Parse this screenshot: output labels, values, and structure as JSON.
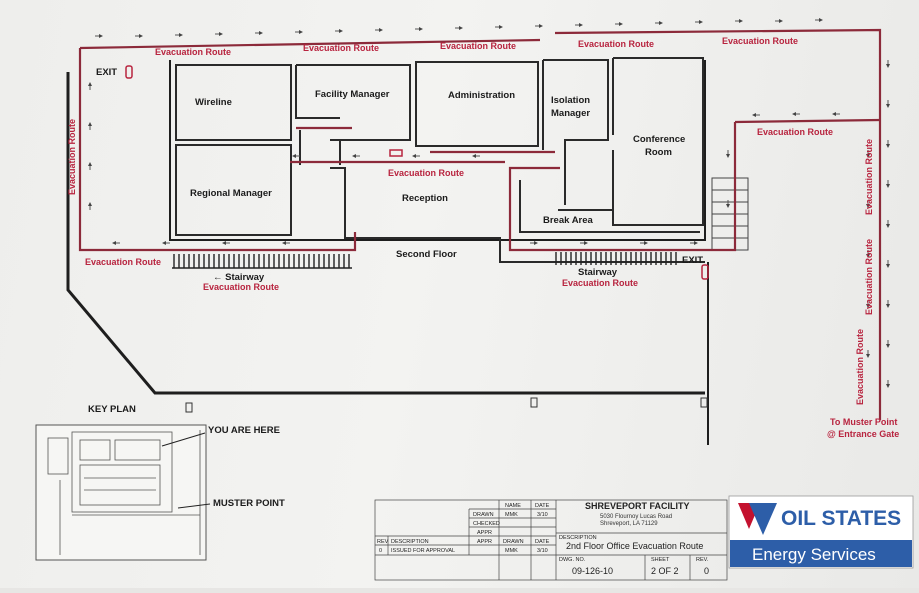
{
  "rooms": {
    "wireline": "Wireline",
    "facility_manager": "Facility Manager",
    "administration": "Administration",
    "isolation_line1": "Isolation",
    "isolation_line2": "Manager",
    "conference_line1": "Conference",
    "conference_line2": "Room",
    "regional_manager": "Regional Manager",
    "reception": "Reception",
    "break_area": "Break Area",
    "second_floor": "Second Floor"
  },
  "route_label": "Evacuation Route",
  "exit_label": "EXIT",
  "stairway_left": "← Stairway",
  "stairway_right": "Stairway",
  "muster_line1": "To Muster Point",
  "muster_line2": "@ Entrance Gate",
  "key_plan": {
    "title": "KEY PLAN",
    "you_are_here": "YOU ARE HERE",
    "muster_point": "MUSTER POINT"
  },
  "title_block": {
    "facility": "SHREVEPORT FACILITY",
    "address1": "5030 Flournoy Lucas Road",
    "address2": "Shreveport, LA 71129",
    "col_name": "NAME",
    "col_date": "DATE",
    "drawn": "DRAWN",
    "drawn_name": "MMK",
    "drawn_date": "3/10",
    "checked": "CHECKED",
    "appr": "APPR",
    "rev_hdr": "REV",
    "desc_hdr": "DESCRIPTION",
    "rev_no": "0",
    "rev_desc": "ISSUED FOR APPROVAL",
    "rev_drawn_name": "MMK",
    "rev_drawn_date": "3/10",
    "description_label": "DESCRIPTION",
    "description": "2nd Floor Office Evacuation Route",
    "dwg_label": "DWG. NO.",
    "dwg_no": "09-126-10",
    "sheet_label": "SHEET",
    "sheet_value": "2 OF 2",
    "rev_label": "REV.",
    "rev_value": "0"
  },
  "logo": {
    "name": "OIL STATES",
    "tagline": "Energy Services",
    "colors": {
      "blue": "#2d5ea8",
      "red": "#c4122f"
    }
  },
  "colors": {
    "wall": "#1e1e1e",
    "route": "#8c2a3a",
    "label": "#b8243f"
  }
}
